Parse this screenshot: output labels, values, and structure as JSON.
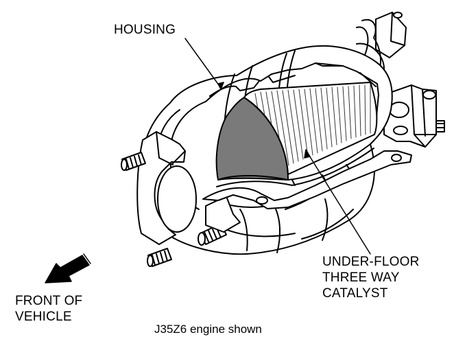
{
  "labels": {
    "housing": "HOUSING",
    "catalyst_line1": "UNDER-FLOOR",
    "catalyst_line2": "THREE WAY",
    "catalyst_line3": "CATALYST",
    "front_line1": "FRONT OF",
    "front_line2": "VEHICLE"
  },
  "caption": "J35Z6 engine shown",
  "colors": {
    "line": "#000000",
    "catalyst_face": "#7a7a7a",
    "background": "#ffffff"
  },
  "icons": [
    "direction-arrow-icon"
  ]
}
